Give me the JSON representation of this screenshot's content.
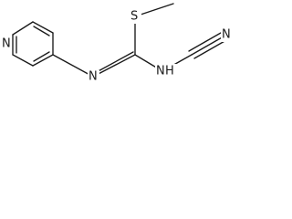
{
  "structure": {
    "atoms": {
      "pyridine_nitrogen": "N",
      "sulfur": "S",
      "imine_nitrogen": "N",
      "amine_nitrogen": "N",
      "amine_hydrogen": "H",
      "nitrile_nitrogen": "N"
    }
  },
  "colors": {
    "bond": "#1a1a1a",
    "background": "#ffffff"
  }
}
